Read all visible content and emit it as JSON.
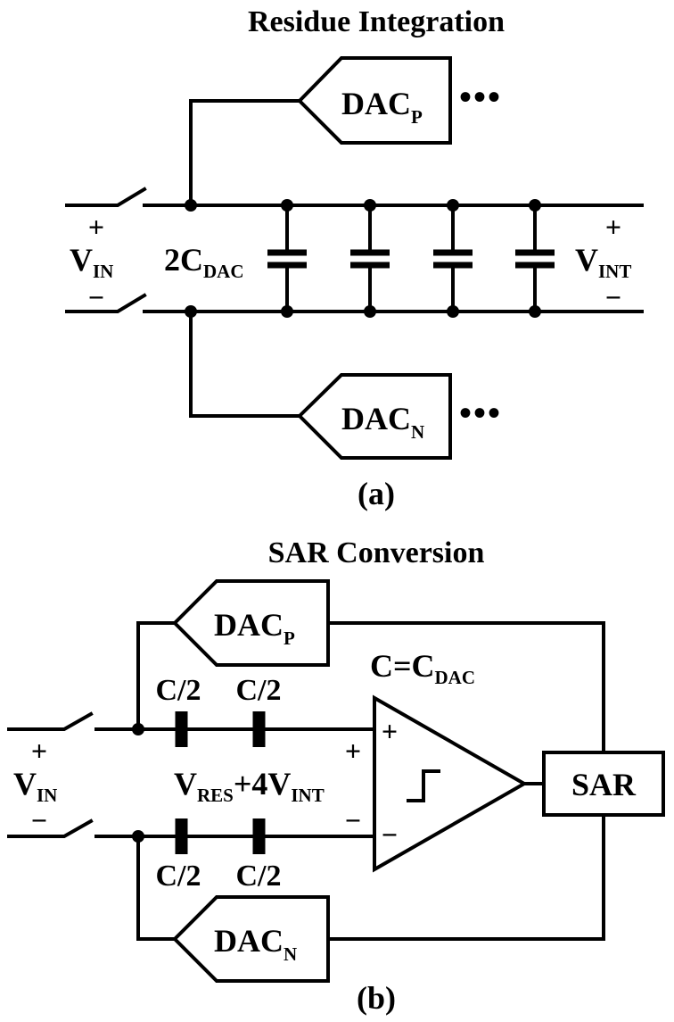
{
  "part_a": {
    "title": "Residue Integration",
    "dac_p": {
      "main": "DAC",
      "sub": "P"
    },
    "dac_n": {
      "main": "DAC",
      "sub": "N"
    },
    "ellipsis": "•••",
    "vin": {
      "main": "V",
      "sub": "IN"
    },
    "vint": {
      "main": "V",
      "sub": "INT"
    },
    "cap_label": {
      "main": "2C",
      "sub": "DAC"
    },
    "plus": "+",
    "minus": "−",
    "caption": "(a)"
  },
  "part_b": {
    "title": "SAR Conversion",
    "dac_p": {
      "main": "DAC",
      "sub": "P"
    },
    "dac_n": {
      "main": "DAC",
      "sub": "N"
    },
    "c_eq": {
      "main": "C=C",
      "sub": "DAC"
    },
    "cap_half": "C/2",
    "vin": {
      "main": "V",
      "sub": "IN"
    },
    "vres": {
      "v1": "V",
      "s1": "RES",
      "mid": "+4V",
      "s2": "INT"
    },
    "sar": "SAR",
    "plus": "+",
    "minus": "−",
    "caption": "(b)"
  }
}
